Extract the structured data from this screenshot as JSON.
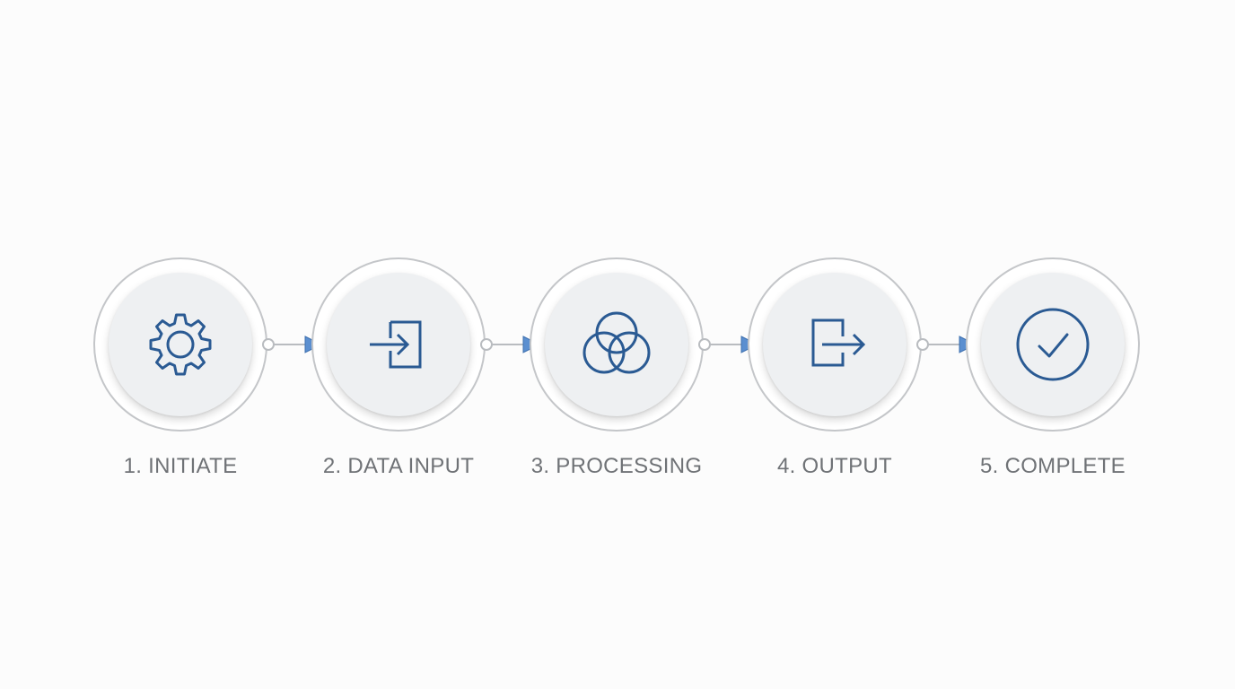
{
  "steps": [
    {
      "number": "1.",
      "label": "1. INITIATE",
      "icon": "gear-icon"
    },
    {
      "number": "2.",
      "label": "2. DATA INPUT",
      "icon": "login-arrow-icon"
    },
    {
      "number": "3.",
      "label": "3. PROCESSING",
      "icon": "overlapping-circles-icon"
    },
    {
      "number": "4.",
      "label": "4. OUTPUT",
      "icon": "logout-arrow-icon"
    },
    {
      "number": "5.",
      "label": "5. COMPLETE",
      "icon": "check-circle-icon"
    }
  ],
  "colors": {
    "icon_stroke": "#2a5a93",
    "ring": "#c4c6c9",
    "disc": "#eef0f2",
    "arrow_fill": "#5b8fd0",
    "label_text": "#6f7276",
    "connector_line": "#b9bcc0"
  }
}
